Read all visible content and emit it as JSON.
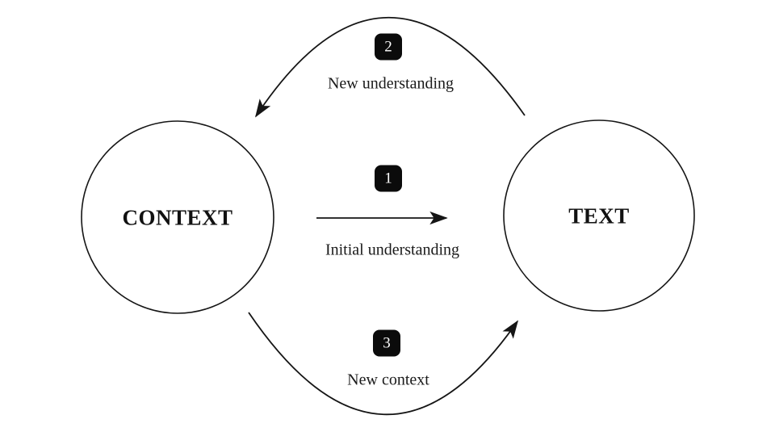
{
  "colors": {
    "background": "#ffffff",
    "line": "#151515",
    "badge_bg": "#0b0b0b",
    "badge_text": "#ffffff",
    "label_text": "#1a1a1a"
  },
  "nodes": [
    {
      "id": "context",
      "label": "CONTEXT"
    },
    {
      "id": "text",
      "label": "TEXT"
    }
  ],
  "arrows": [
    {
      "step": "1",
      "label": "Initial understanding",
      "from": "context",
      "to": "text",
      "shape": "straight"
    },
    {
      "step": "2",
      "label": "New understanding",
      "from": "text",
      "to": "context",
      "shape": "arc-top"
    },
    {
      "step": "3",
      "label": "New context",
      "from": "context",
      "to": "text",
      "shape": "arc-bottom"
    }
  ]
}
